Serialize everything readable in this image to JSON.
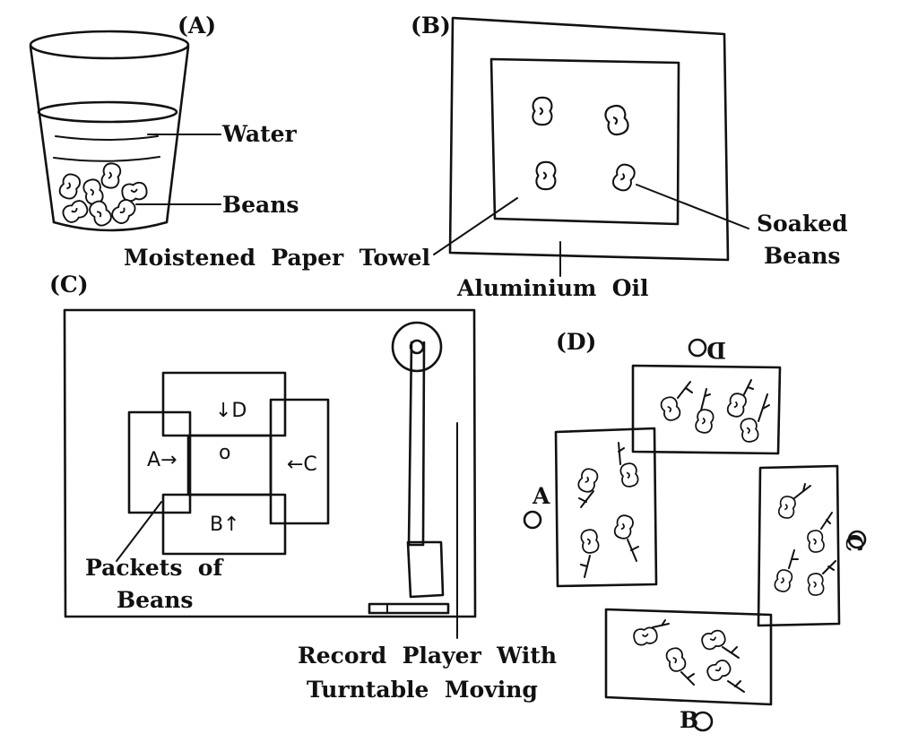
{
  "panels": {
    "a": {
      "tag": "(A)",
      "water_label": "Water",
      "beans_label": "Beans"
    },
    "b": {
      "tag": "(B)",
      "paper_towel_label": "Moistened  Paper  Towel",
      "soaked_beans_label": [
        "Soaked",
        "Beans"
      ],
      "foil_label": "Aluminium  Oil"
    },
    "c": {
      "tag": "(C)",
      "packets": {
        "a": "A→",
        "b": "B↑",
        "c": "←C",
        "d": "↓D",
        "center": "o"
      },
      "packets_label": [
        "Packets  of",
        "Beans"
      ],
      "record_player_label": [
        "Record  Player  With",
        "Turntable  Moving"
      ]
    },
    "d": {
      "tag": "(D)",
      "side_labels": {
        "a": "A",
        "b": "B",
        "c": "C",
        "d": "D"
      }
    }
  }
}
